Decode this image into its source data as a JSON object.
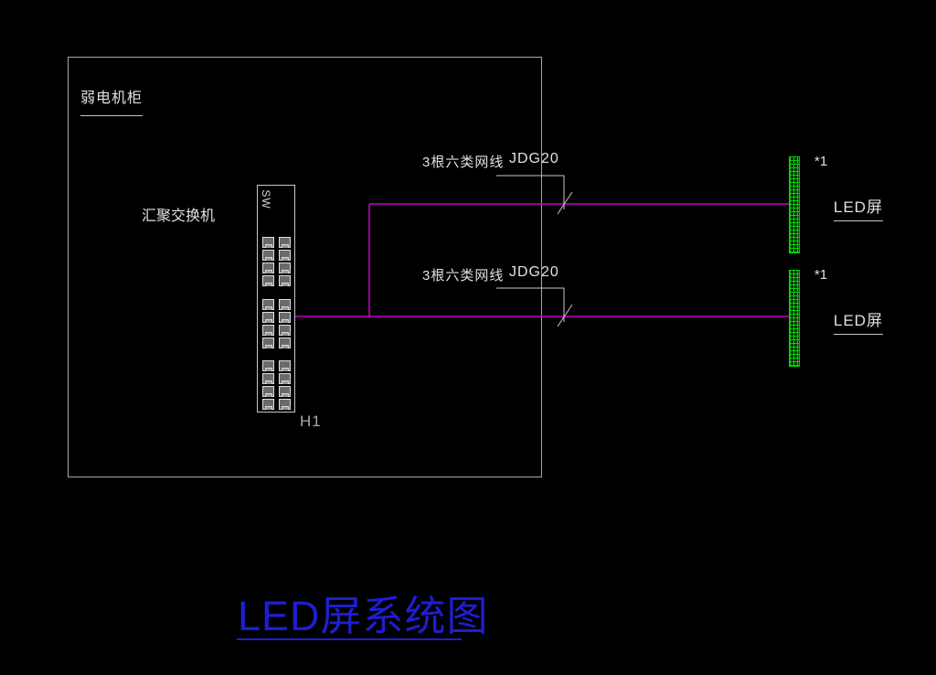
{
  "colors": {
    "background": "#000000",
    "wire_magenta": "#c800c8",
    "drawing_line_gray": "#b8b8b8",
    "led_green": "#00d400",
    "title_blue": "#1e1ed2",
    "text_white": "#e8e8e8"
  },
  "cabinet": {
    "label": "弱电机柜"
  },
  "switch": {
    "name_label": "汇聚交换机",
    "panel_text": "SW",
    "id_label": "H1"
  },
  "links": [
    {
      "cable_label": "3根六类网线",
      "conduit_label": "JDG20"
    },
    {
      "cable_label": "3根六类网线",
      "conduit_label": "JDG20"
    }
  ],
  "screens": [
    {
      "count_label": "*1",
      "name_label": "LED屏"
    },
    {
      "count_label": "*1",
      "name_label": "LED屏"
    }
  ],
  "title": {
    "text": "LED屏系统图"
  }
}
